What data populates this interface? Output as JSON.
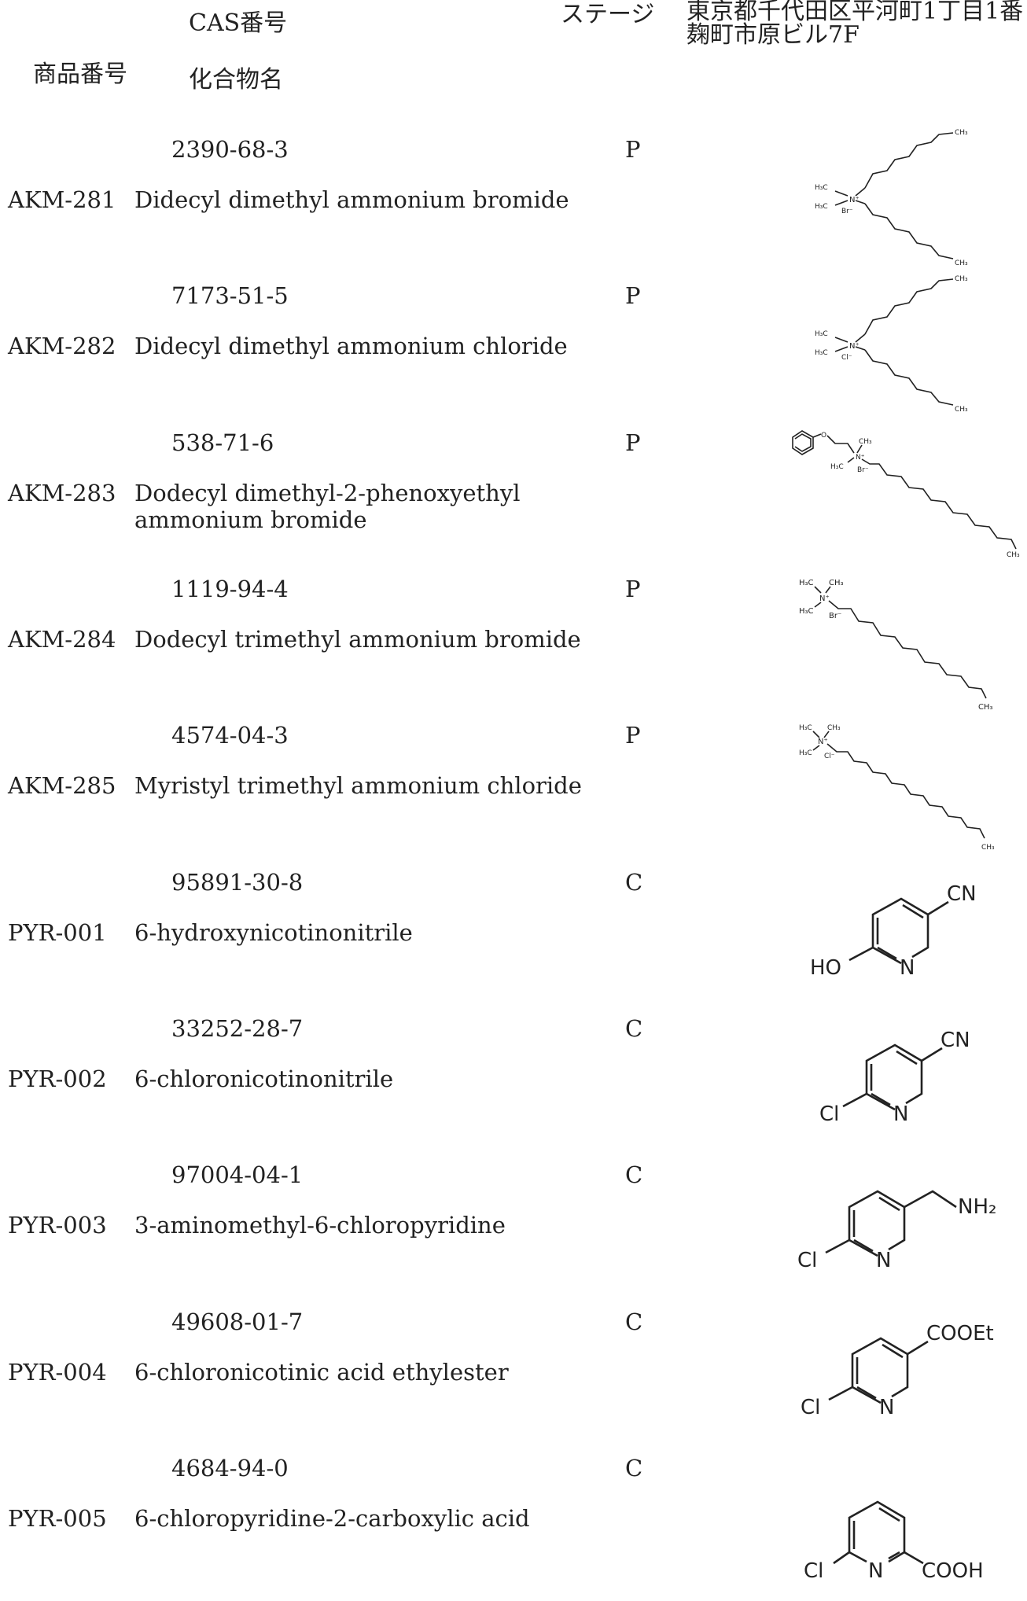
{
  "header": {
    "cas_label": "CAS番号",
    "stage_label": "ステージ",
    "address": "東京都千代田区平河町1丁目1番\n麹町市原ビル7F",
    "code_label": "商品番号",
    "name_label": "化合物名"
  },
  "rows": [
    {
      "cas": "2390-68-3",
      "stage": "P",
      "code": "AKM-281",
      "name": "Didecyl dimethyl ammonium bromide",
      "structure": "didecyl-dimethyl-ammonium-bromide",
      "counterion": "Br⁻"
    },
    {
      "cas": "7173-51-5",
      "stage": "P",
      "code": "AKM-282",
      "name": "Didecyl dimethyl ammonium chloride",
      "structure": "didecyl-dimethyl-ammonium-chloride",
      "counterion": "Cl⁻"
    },
    {
      "cas": "538-71-6",
      "stage": "P",
      "code": "AKM-283",
      "name": "Dodecyl dimethyl-2-phenoxyethyl ammonium bromide",
      "structure": "dodecyl-dimethyl-phenoxyethyl-ammonium-bromide",
      "counterion": "Br⁻"
    },
    {
      "cas": "1119-94-4",
      "stage": "P",
      "code": "AKM-284",
      "name": "Dodecyl trimethyl ammonium bromide",
      "structure": "dodecyl-trimethyl-ammonium-bromide",
      "counterion": "Br⁻"
    },
    {
      "cas": "4574-04-3",
      "stage": "P",
      "code": "AKM-285",
      "name": "Myristyl trimethyl ammonium chloride",
      "structure": "myristyl-trimethyl-ammonium-chloride",
      "counterion": "Cl⁻"
    },
    {
      "cas": "95891-30-8",
      "stage": "C",
      "code": "PYR-001",
      "name": "6-hydroxynicotinonitrile",
      "structure": "pyridine",
      "left_sub": "HO",
      "right_sub": "CN"
    },
    {
      "cas": "33252-28-7",
      "stage": "C",
      "code": "PYR-002",
      "name": "6-chloronicotinonitrile",
      "structure": "pyridine",
      "left_sub": "Cl",
      "right_sub": "CN"
    },
    {
      "cas": "97004-04-1",
      "stage": "C",
      "code": "PYR-003",
      "name": "3-aminomethyl-6-chloropyridine",
      "structure": "pyridine",
      "left_sub": "Cl",
      "right_sub": "NH₂"
    },
    {
      "cas": "49608-01-7",
      "stage": "C",
      "code": "PYR-004",
      "name": "6-chloronicotinic acid ethylester",
      "structure": "pyridine",
      "left_sub": "Cl",
      "right_sub": "COOEt"
    },
    {
      "cas": "4684-94-0",
      "stage": "C",
      "code": "PYR-005",
      "name": "6-chloropyridine-2-carboxylic acid",
      "structure": "pyridine-2",
      "left_sub": "Cl",
      "right_sub": "COOH"
    }
  ],
  "atom_labels": {
    "n": "N",
    "n_plus": "N⁺",
    "ch3": "CH₃",
    "h3c": "H₃C",
    "o": "O"
  }
}
